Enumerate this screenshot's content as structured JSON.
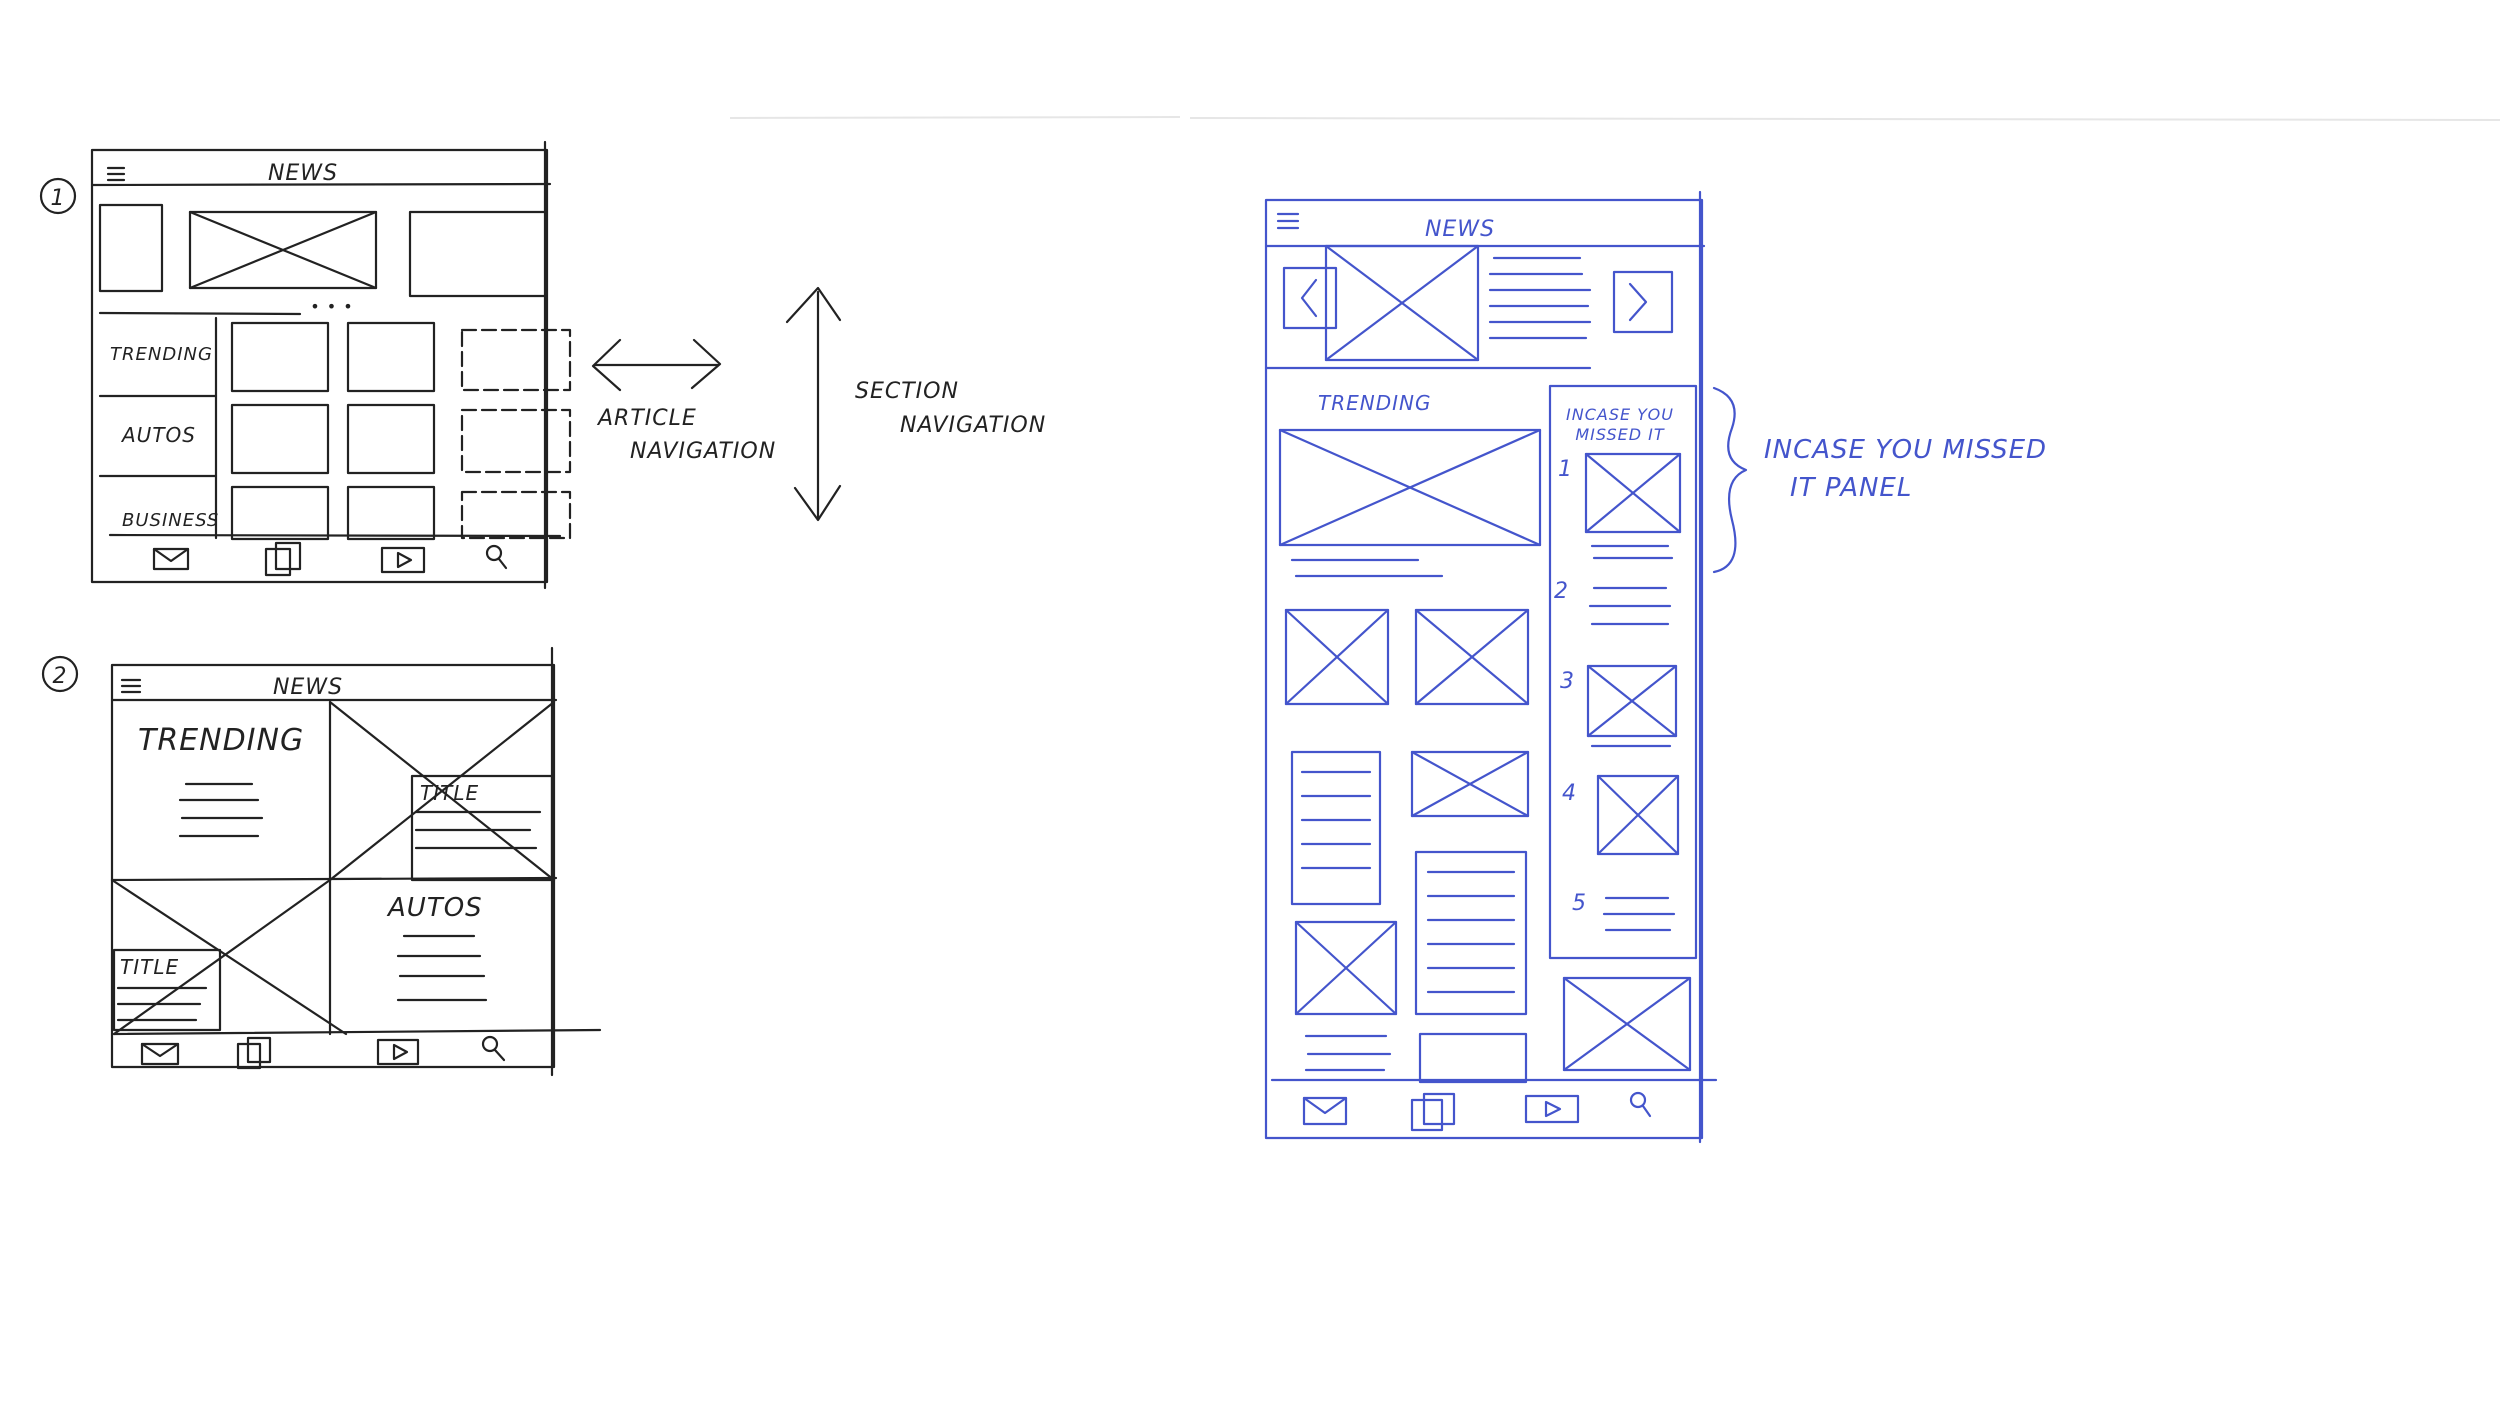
{
  "colors": {
    "ink": "#222222",
    "blue_ink": "#4455cc",
    "paper": "#ffffff"
  },
  "sketch1": {
    "step": "1",
    "title": "NEWS",
    "sections": [
      "TRENDING",
      "AUTOS",
      "BUSINESS"
    ],
    "dots": "• • •",
    "toolbar_icons": [
      "mail-icon",
      "pages-icon",
      "video-icon",
      "search-icon"
    ]
  },
  "annotations": {
    "article_nav_line1": "ARTICLE",
    "article_nav_line2": "NAVIGATION",
    "section_nav_line1": "SECTION",
    "section_nav_line2": "NAVIGATION"
  },
  "sketch2": {
    "step": "2",
    "title": "NEWS",
    "tile_trending": "TRENDING",
    "tile_autos": "AUTOS",
    "tile_title_a": "TITLE",
    "tile_title_b": "TITLE",
    "toolbar_icons": [
      "mail-icon",
      "pages-icon",
      "video-icon",
      "search-icon"
    ]
  },
  "sketch3": {
    "title": "NEWS",
    "section": "TRENDING",
    "panel_title_line1": "INCASE YOU",
    "panel_title_line2": "MISSED IT",
    "panel_numbers": [
      "1",
      "2",
      "3",
      "4",
      "5"
    ],
    "callout_line1": "INCASE YOU MISSED",
    "callout_line2": "IT PANEL",
    "toolbar_icons": [
      "mail-icon",
      "pages-icon",
      "video-icon",
      "search-icon"
    ]
  }
}
